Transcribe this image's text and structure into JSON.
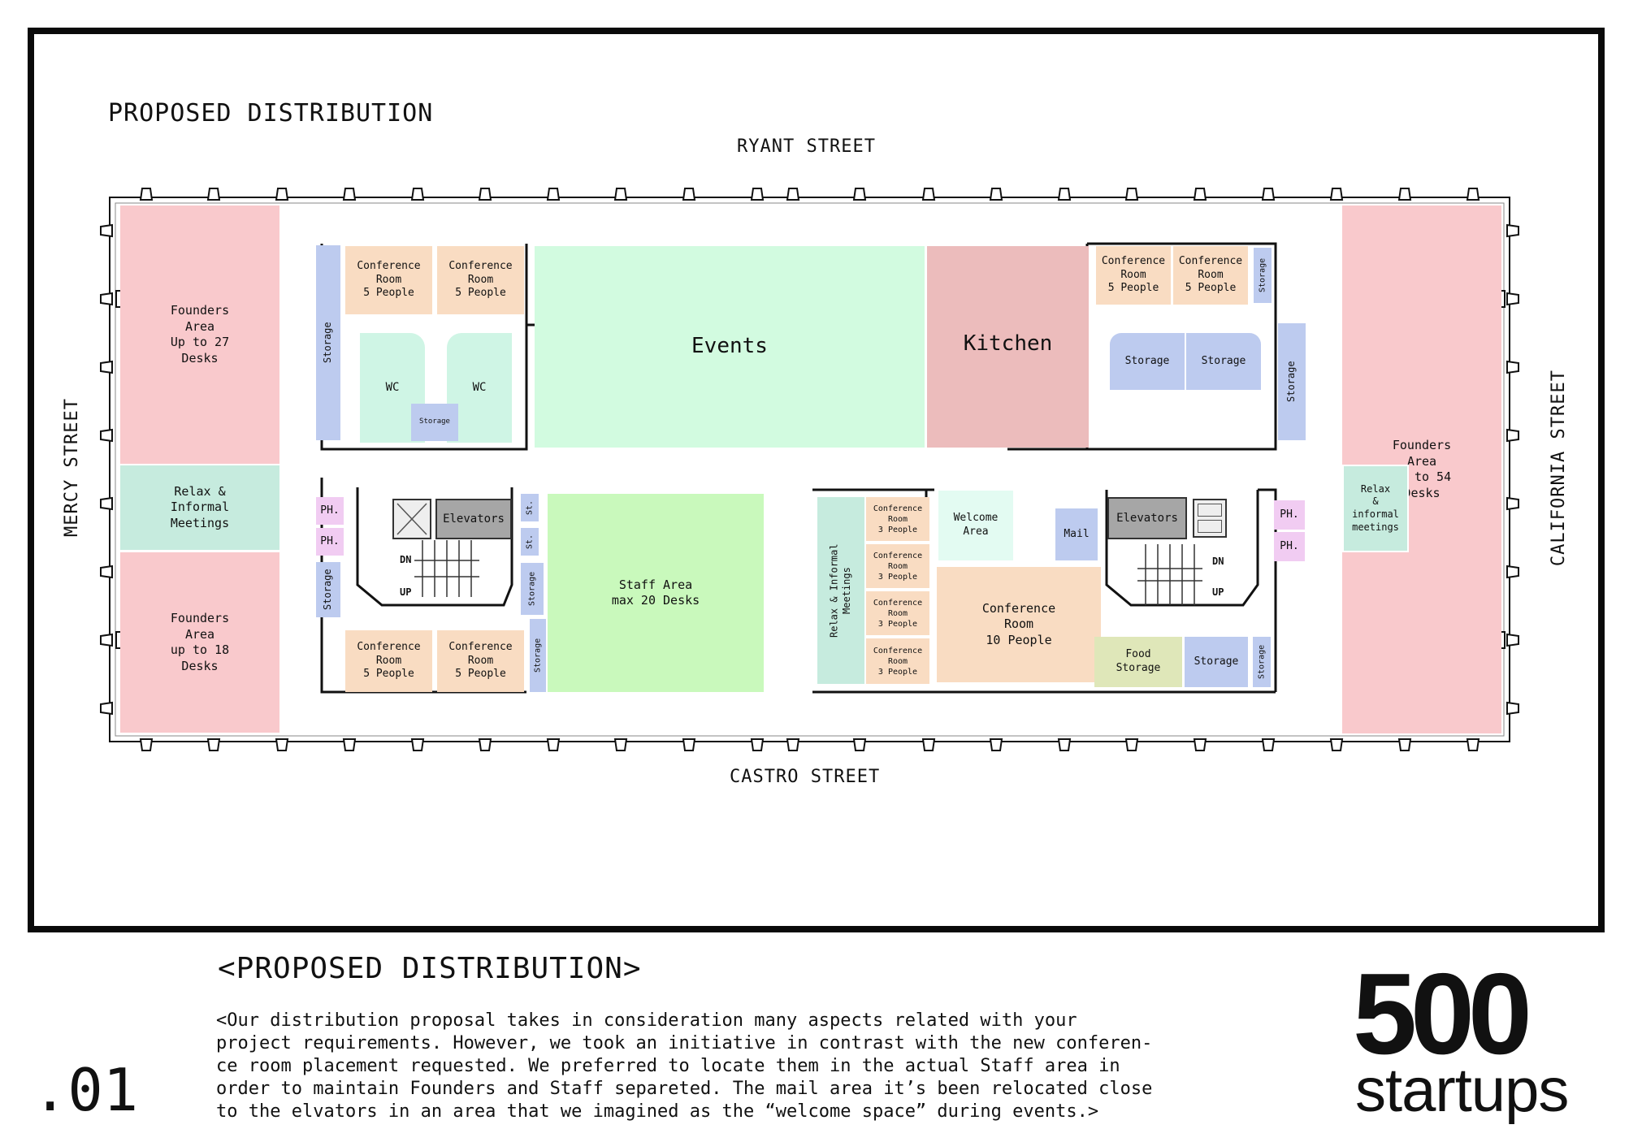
{
  "plan": {
    "title": "PROPOSED DISTRIBUTION",
    "streets": {
      "north": "RYANT STREET",
      "south": "CASTRO STREET",
      "west": "MERCY STREET",
      "east": "CALIFORNIA STREET"
    },
    "rooms": {
      "founders_west_top": "Founders\nArea\nUp to 27\nDesks",
      "relax_west": "Relax &\nInformal\nMeetings",
      "founders_west_bottom": "Founders\nArea\nup to 18\nDesks",
      "founders_east": "Founders\nArea\nUp to 54\nDesks",
      "relax_east": "Relax\n&\ninformal\nmeetings",
      "storage_vertical": "Storage",
      "conf_5": "Conference\nRoom\n5 People",
      "conf_3": "Conference\nRoom\n3 People",
      "conf_10": "Conference\nRoom\n10 People",
      "wc": "WC",
      "storage": "Storage",
      "events": "Events",
      "kitchen": "Kitchen",
      "phone": "PH.",
      "elevators": "Elevators",
      "stair_dn": "DN",
      "stair_up": "UP",
      "st": "St.",
      "staff_area": "Staff Area\nmax 20 Desks",
      "relax_center": "Relax & Informal\nMeetings",
      "welcome_area": "Welcome\nArea",
      "mail": "Mail",
      "food_storage": "Food\nStorage"
    }
  },
  "footer": {
    "heading": "<PROPOSED DISTRIBUTION>",
    "paragraph_lines": [
      "<Our distribution proposal takes in consideration many aspects related with your",
      "project requirements. However, we took an initiative in contrast with the new conferen-",
      "ce room placement requested. We preferred to locate them in the actual Staff area in",
      "order to maintain Founders and Staff separeted. The mail area it’s been relocated close",
      "to the elvators in an area that we imagined as the “welcome space” during events.>"
    ],
    "page_number": ".01",
    "logo_number": "500",
    "logo_word": "startups"
  }
}
